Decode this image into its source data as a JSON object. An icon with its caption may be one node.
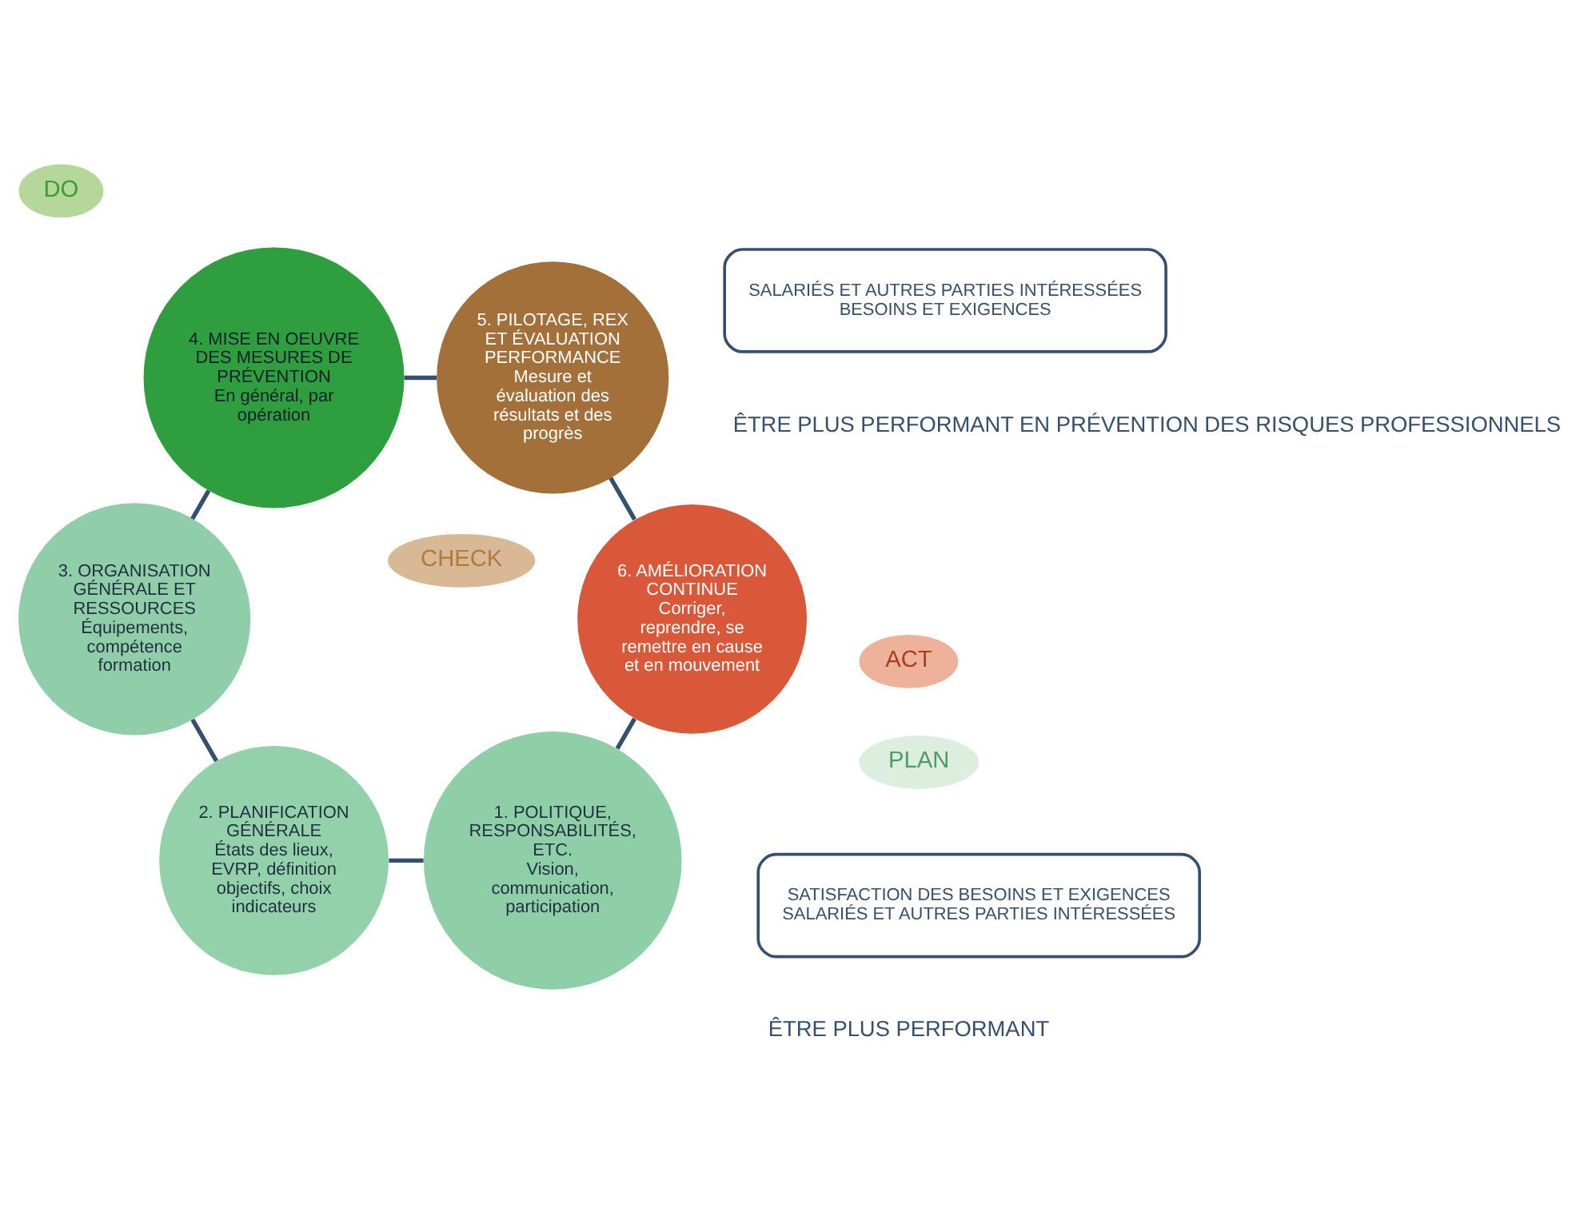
{
  "diagram": {
    "nodes": [
      {
        "text": [
          "1. POLITIQUE, RESPONSABILITÉS, ETC.",
          "Vision, communication, participation"
        ]
      },
      {
        "text": [
          "2. PLANIFICATION GÉNÉRALE",
          "États des lieux, EVRP, définition objectifs, choix indicateurs"
        ]
      },
      {
        "text": [
          "3. ORGANISATION GÉNÉRALE ET RESSOURCES",
          "Équipements, compétence formation"
        ]
      },
      {
        "text": [
          "4. MISE EN OEUVRE DES MESURES DE PRÉVENTION",
          "En général, par opération"
        ]
      },
      {
        "text": [
          "5. PILOTAGE, REX ET ÉVALUATION PERFORMANCE",
          "Mesure et évaluation des résultats et des progrès"
        ]
      },
      {
        "text": [
          "6. AMÉLIORATION CONTINUE",
          "Corriger, reprendre, se remettre en cause et en mouvement"
        ]
      },
      {
        "text": [
          "PLAN"
        ]
      },
      {
        "text": [
          "DO"
        ]
      },
      {
        "text": [
          "CHECK"
        ]
      },
      {
        "text": [
          "ACT"
        ]
      },
      {
        "text": [
          "SALARIÉS ET AUTRES PARTIES INTÉRESSÉES",
          "BESOINS ET EXIGENCES"
        ]
      },
      {
        "text": [
          "SATISFACTION DES BESOINS ET EXIGENCES",
          "SALARIÉS ET AUTRES PARTIES INTÉRESSÉES"
        ]
      }
    ],
    "edges": [
      {
        "from": 0,
        "to": 1,
        "arrow": "none"
      },
      {
        "from": 1,
        "to": 2,
        "arrow": "none"
      },
      {
        "from": 2,
        "to": 3,
        "arrow": "none"
      },
      {
        "from": 3,
        "to": 4,
        "arrow": "none"
      },
      {
        "from": 4,
        "to": 5,
        "arrow": "none"
      },
      {
        "from": 5,
        "to": 0,
        "arrow": "none"
      }
    ],
    "labels": [
      "ÊTRE PLUS PERFORMANT",
      "ÊTRE PLUS PERFORMANT EN PRÉVENTION DES RISQUES PROFESSIONNELS"
    ]
  }
}
